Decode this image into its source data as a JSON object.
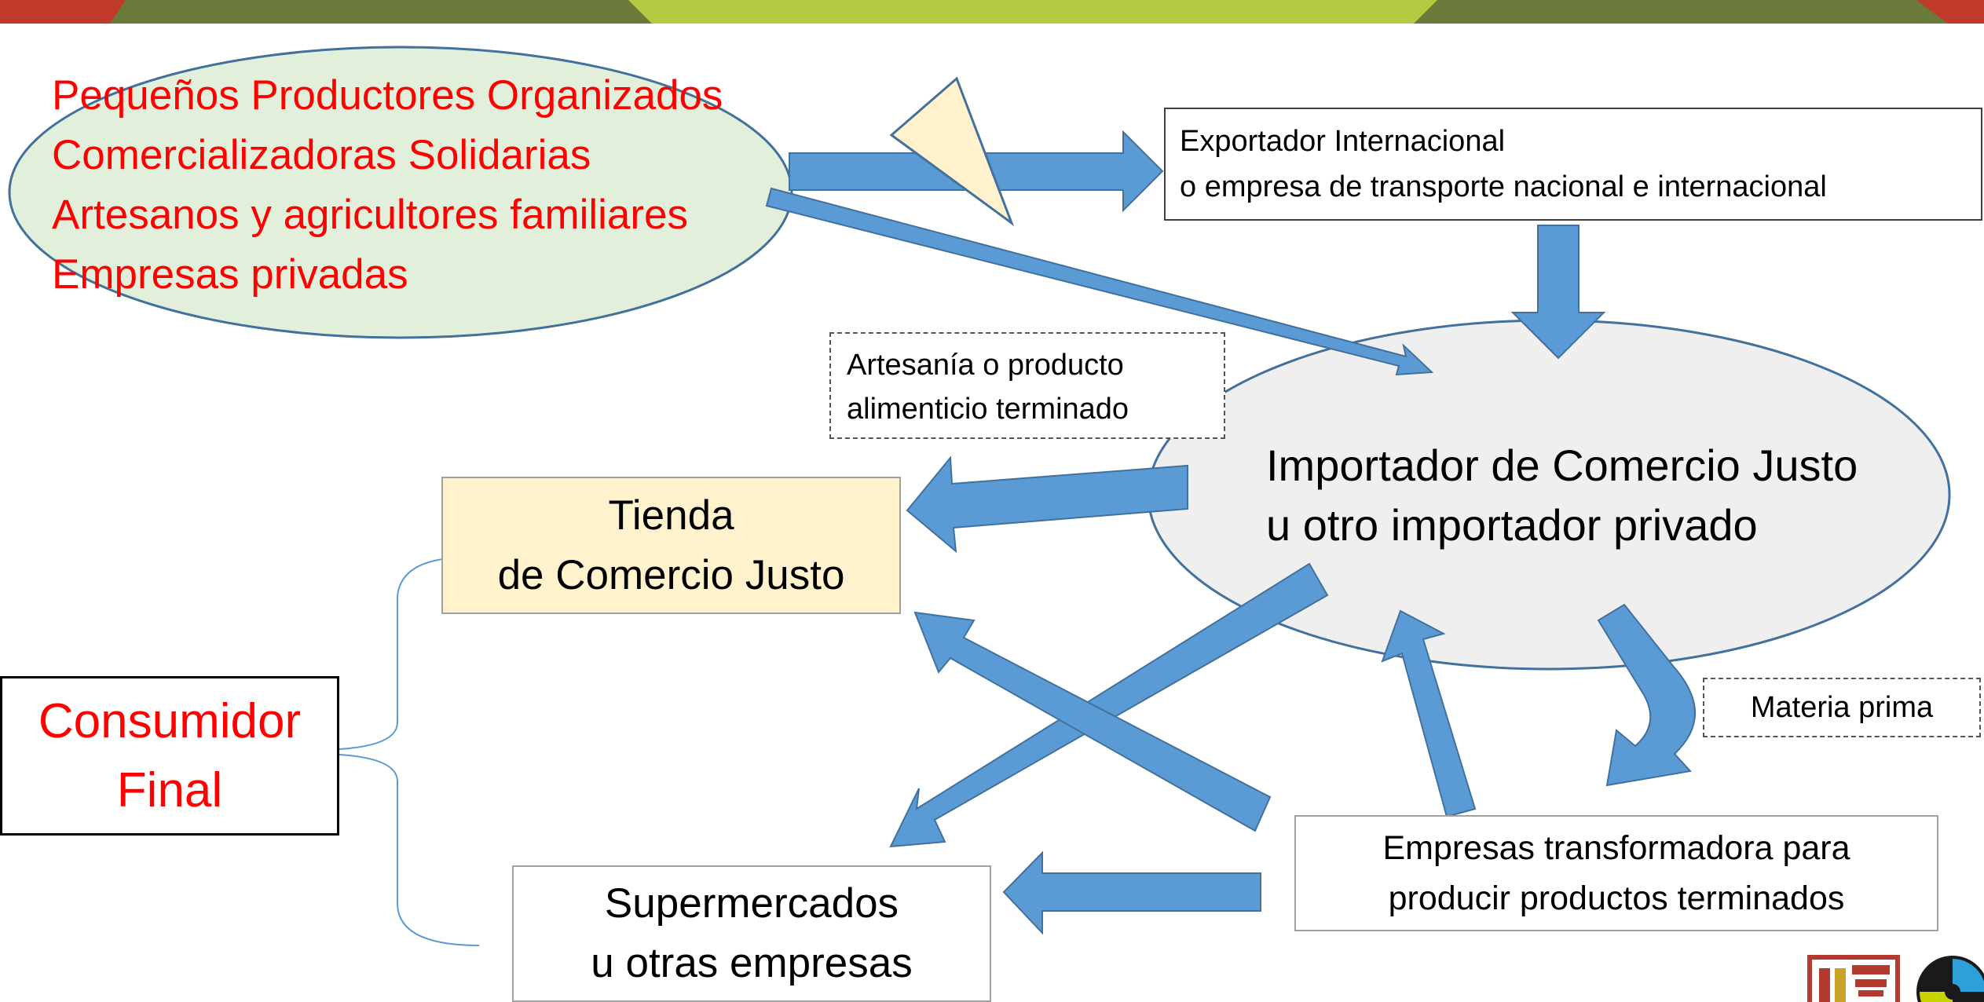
{
  "producers": {
    "lines": [
      "Pequeños Productores Organizados",
      "Comercializadoras Solidarias",
      "Artesanos y agricultores familiares",
      "Empresas privadas"
    ]
  },
  "exporter": {
    "line1": "Exportador Internacional",
    "line2": "o empresa de transporte nacional e internacional"
  },
  "importer": {
    "line1": "Importador de Comercio Justo",
    "line2": "u otro importador privado"
  },
  "craft_note": {
    "line1": "Artesanía o producto",
    "line2": "alimenticio terminado"
  },
  "shop": {
    "line1": "Tienda",
    "line2": "de Comercio Justo"
  },
  "consumer": {
    "line1": "Consumidor",
    "line2": "Final"
  },
  "raw_material": {
    "label": "Materia prima"
  },
  "transformers": {
    "line1": "Empresas transformadora para",
    "line2": "producir productos terminados"
  },
  "supermarkets": {
    "line1": "Supermercados",
    "line2": "u otras empresas"
  },
  "colors": {
    "banner_dark": "#6a7a3a",
    "banner_light": "#b5c942",
    "banner_red": "#c0392b",
    "arrow_fill": "#5b9bd5",
    "arrow_stroke": "#41719c",
    "producers_fill": "#e2efda",
    "importer_fill": "#efefef",
    "shop_fill": "#fff2cc",
    "triangle_fill": "#fff2cc",
    "red_text": "#ff0000",
    "bracket": "#5b9bd5"
  }
}
